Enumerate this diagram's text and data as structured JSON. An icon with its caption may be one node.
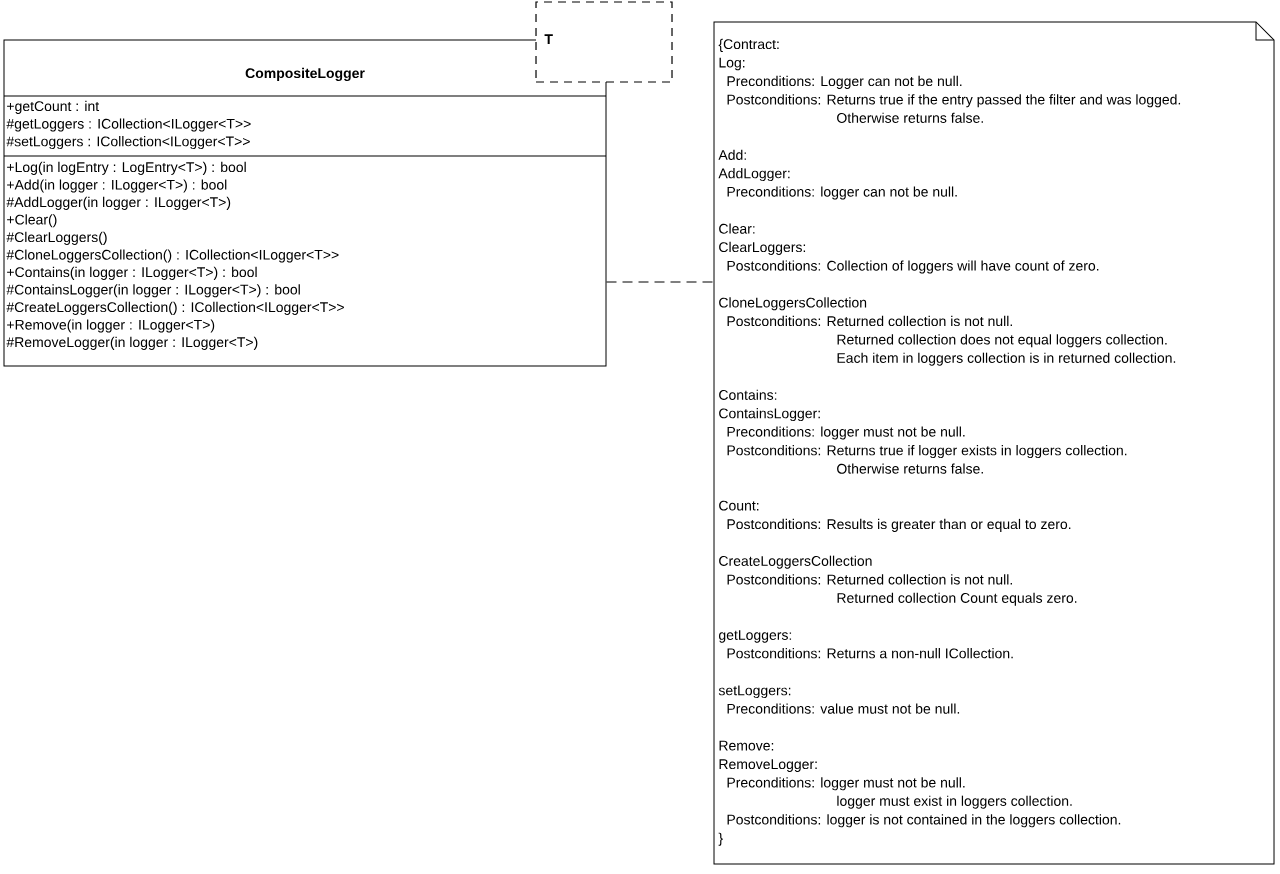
{
  "diagram": {
    "nodes": [
      {
        "text": [
          "CompositeLogger",
          "+getCount : int",
          "#getLoggers : ICollection<ILogger<T>>",
          "#setLoggers : ICollection<ILogger<T>>",
          "+Log(in logEntry : LogEntry<T>) : bool",
          "+Add(in logger : ILogger<T>) : bool",
          "#AddLogger(in logger : ILogger<T>)",
          "+Clear()",
          "#ClearLoggers()",
          "#CloneLoggersCollection() : ICollection<ILogger<T>>",
          "+Contains(in logger : ILogger<T>) : bool",
          "#ContainsLogger(in logger : ILogger<T>) : bool",
          "#CreateLoggersCollection() : ICollection<ILogger<T>>",
          "+Remove(in logger : ILogger<T>)",
          "#RemoveLogger(in logger : ILogger<T>)"
        ]
      },
      {
        "text": [
          "T"
        ]
      },
      {
        "text": [
          "{Contract:",
          "Log:",
          "Preconditions: Logger can not be null.",
          "Postconditions: Returns true if the entry passed the filter and was logged.",
          "Otherwise returns false.",
          "Add:",
          "AddLogger:",
          "Preconditions: logger can not be null.",
          "Clear:",
          "ClearLoggers:",
          "Postconditions: Collection of loggers will have count of zero.",
          "CloneLoggersCollection",
          "Postconditions: Returned collection is not null.",
          "Returned collection does not equal loggers collection.",
          "Each item in loggers collection is in returned collection.",
          "Contains:",
          "ContainsLogger:",
          "Preconditions: logger must not be null.",
          "Postconditions: Returns true if logger exists in loggers collection.",
          "Otherwise returns false.",
          "Count:",
          "Postconditions: Results is greater than or equal to zero.",
          "CreateLoggersCollection",
          "Postconditions: Returned collection is not null.",
          "Returned collection Count equals zero.",
          "getLoggers:",
          "Postconditions: Returns a non-null ICollection.",
          "setLoggers:",
          "Preconditions: value must not be null.",
          "Remove:",
          "RemoveLogger:",
          "Preconditions: logger must not be null.",
          "logger must exist in loggers collection.",
          "Postconditions: logger is not contained in the loggers collection.",
          "}"
        ]
      }
    ],
    "edges": [
      {
        "from": 0,
        "to": 2,
        "arrow": "none",
        "style": "dashed"
      }
    ]
  }
}
